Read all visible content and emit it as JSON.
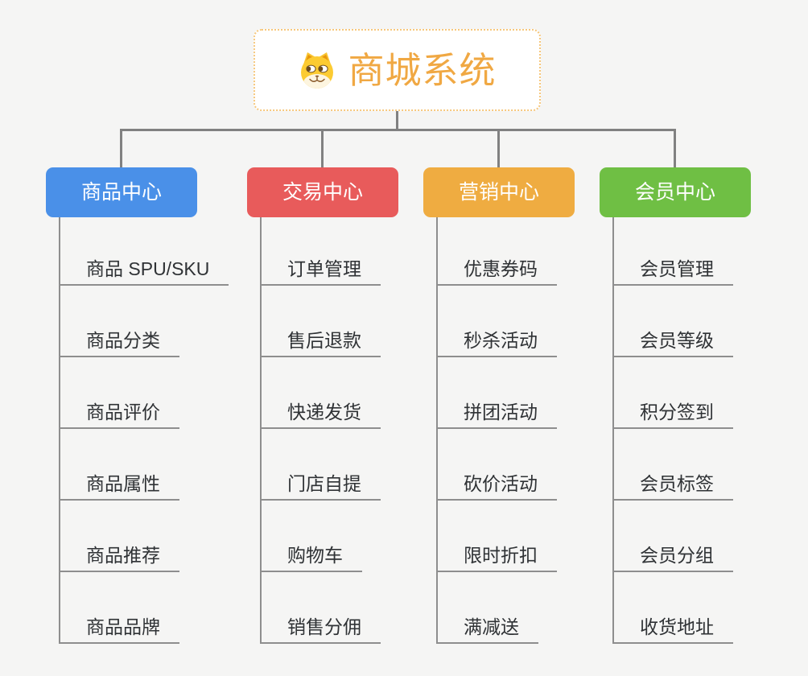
{
  "root": {
    "title": "商城系统",
    "icon": "dog-icon",
    "accent_color": "#f0a843",
    "border_color": "#f6c77c"
  },
  "canvas": {
    "background_color": "#f5f5f4",
    "connector_color": "#818181",
    "child_line_color": "#8e8e8e",
    "child_text_color": "#2f3235"
  },
  "branches": [
    {
      "label": "商品中心",
      "color": "#4a90e8",
      "children": [
        "商品 SPU/SKU",
        "商品分类",
        "商品评价",
        "商品属性",
        "商品推荐",
        "商品品牌"
      ]
    },
    {
      "label": "交易中心",
      "color": "#e85b5b",
      "children": [
        "订单管理",
        "售后退款",
        "快递发货",
        "门店自提",
        "购物车",
        "销售分佣"
      ]
    },
    {
      "label": "营销中心",
      "color": "#efac41",
      "children": [
        "优惠券码",
        "秒杀活动",
        "拼团活动",
        "砍价活动",
        "限时折扣",
        "满减送"
      ]
    },
    {
      "label": "会员中心",
      "color": "#6fbf44",
      "children": [
        "会员管理",
        "会员等级",
        "积分签到",
        "会员标签",
        "会员分组",
        "收货地址"
      ]
    }
  ]
}
